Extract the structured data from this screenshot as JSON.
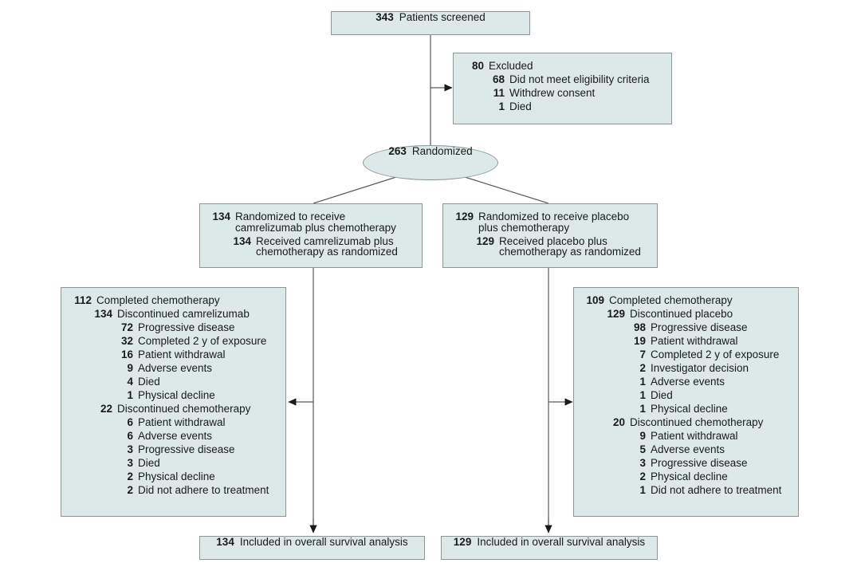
{
  "meta": {
    "type": "consort-flow-diagram",
    "box_fill": "#dce9e8",
    "box_border": "#8d9796",
    "text_color": "#1a1a1a"
  },
  "screened": {
    "n": "343",
    "label": "Patients screened"
  },
  "excluded": {
    "n": "80",
    "label": "Excluded",
    "reasons": [
      {
        "n": "68",
        "label": "Did not meet eligibility criteria"
      },
      {
        "n": "11",
        "label": "Withdrew consent"
      },
      {
        "n": "1",
        "label": "Died"
      }
    ]
  },
  "randomized": {
    "n": "263",
    "label": "Randomized"
  },
  "arms": {
    "left": {
      "allocation": {
        "n": "134",
        "label": "Randomized to receive camrelizumab plus chemotherapy",
        "received_n": "134",
        "received_label": "Received camrelizumab plus chemotherapy as randomized"
      },
      "followup": {
        "completed_n": "112",
        "completed_label": "Completed chemotherapy",
        "discontinued_drug_n": "134",
        "discontinued_drug_label": "Discontinued camrelizumab",
        "discontinued_drug_reasons": [
          {
            "n": "72",
            "label": "Progressive disease"
          },
          {
            "n": "32",
            "label": "Completed 2 y of exposure"
          },
          {
            "n": "16",
            "label": "Patient withdrawal"
          },
          {
            "n": "9",
            "label": "Adverse events"
          },
          {
            "n": "4",
            "label": "Died"
          },
          {
            "n": "1",
            "label": "Physical decline"
          }
        ],
        "discontinued_chemo_n": "22",
        "discontinued_chemo_label": "Discontinued chemotherapy",
        "discontinued_chemo_reasons": [
          {
            "n": "6",
            "label": "Patient withdrawal"
          },
          {
            "n": "6",
            "label": "Adverse events"
          },
          {
            "n": "3",
            "label": "Progressive disease"
          },
          {
            "n": "3",
            "label": "Died"
          },
          {
            "n": "2",
            "label": "Physical decline"
          },
          {
            "n": "2",
            "label": "Did not adhere to treatment"
          }
        ]
      },
      "analysis": {
        "n": "134",
        "label": "Included in overall survival analysis"
      }
    },
    "right": {
      "allocation": {
        "n": "129",
        "label": "Randomized to receive placebo plus chemotherapy",
        "received_n": "129",
        "received_label": "Received placebo plus chemotherapy as randomized"
      },
      "followup": {
        "completed_n": "109",
        "completed_label": "Completed chemotherapy",
        "discontinued_drug_n": "129",
        "discontinued_drug_label": "Discontinued placebo",
        "discontinued_drug_reasons": [
          {
            "n": "98",
            "label": "Progressive disease"
          },
          {
            "n": "19",
            "label": "Patient withdrawal"
          },
          {
            "n": "7",
            "label": "Completed 2 y of exposure"
          },
          {
            "n": "2",
            "label": "Investigator decision"
          },
          {
            "n": "1",
            "label": "Adverse events"
          },
          {
            "n": "1",
            "label": "Died"
          },
          {
            "n": "1",
            "label": "Physical decline"
          }
        ],
        "discontinued_chemo_n": "20",
        "discontinued_chemo_label": "Discontinued chemotherapy",
        "discontinued_chemo_reasons": [
          {
            "n": "9",
            "label": "Patient withdrawal"
          },
          {
            "n": "5",
            "label": "Adverse events"
          },
          {
            "n": "3",
            "label": "Progressive disease"
          },
          {
            "n": "2",
            "label": "Physical decline"
          },
          {
            "n": "1",
            "label": "Did not adhere to treatment"
          }
        ]
      },
      "analysis": {
        "n": "129",
        "label": "Included in overall survival analysis"
      }
    }
  }
}
